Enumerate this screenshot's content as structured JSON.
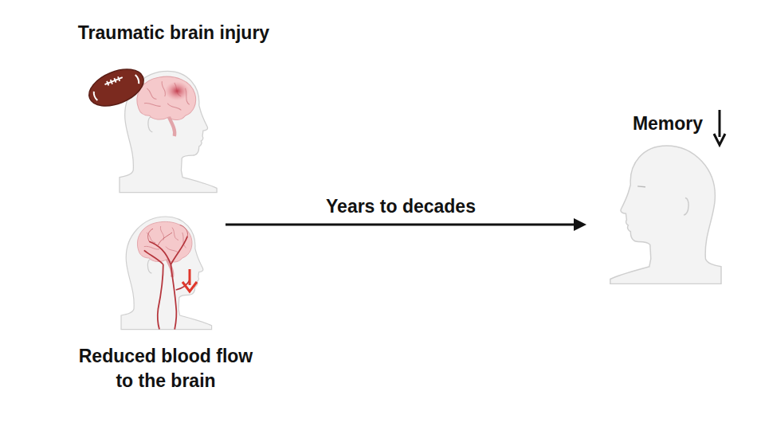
{
  "diagram": {
    "labels": [
      "Traumatic brain injury",
      "Memory",
      "Years to decades",
      "Reduced blood flow to the brain"
    ]
  }
}
